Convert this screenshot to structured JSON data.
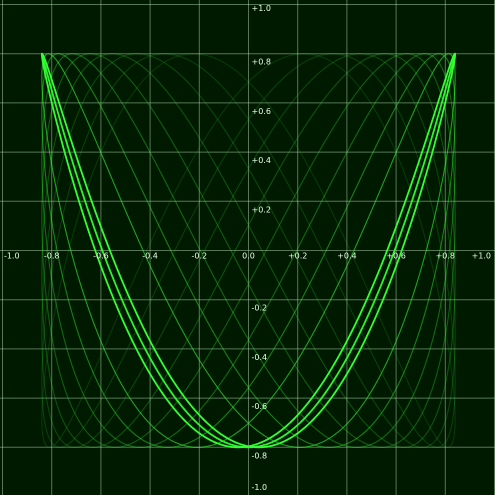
{
  "chart_data": {
    "type": "line",
    "title": "",
    "xlabel": "",
    "ylabel": "",
    "xlim": [
      -1.0,
      1.0
    ],
    "ylim": [
      -1.0,
      1.0
    ],
    "grid": true,
    "x_ticks": [
      "-1.0",
      "-0.8",
      "-0.6",
      "-0.4",
      "-0.2",
      "0.0",
      "+0.2",
      "+0.4",
      "+0.6",
      "+0.8",
      "+1.0"
    ],
    "y_ticks": [
      "+1.0",
      "+0.8",
      "+0.6",
      "+0.4",
      "+0.2",
      "-0.2",
      "-0.4",
      "-0.6",
      "-0.8",
      "-1.0"
    ],
    "series": [
      {
        "amplitude_x": 0.84,
        "amplitude_y": 0.8,
        "freq_x": 1,
        "freq_y": 2,
        "phase": 0.05,
        "intensity": 1.0
      },
      {
        "amplitude_x": 0.84,
        "amplitude_y": 0.8,
        "freq_x": 1,
        "freq_y": 2,
        "phase": 0.0,
        "intensity": 0.95
      },
      {
        "amplitude_x": 0.84,
        "amplitude_y": 0.8,
        "freq_x": 1,
        "freq_y": 2,
        "phase": 0.25,
        "intensity": 0.6
      },
      {
        "amplitude_x": 0.84,
        "amplitude_y": 0.8,
        "freq_x": 1,
        "freq_y": 2,
        "phase": 0.4,
        "intensity": 0.45
      },
      {
        "amplitude_x": 0.84,
        "amplitude_y": 0.8,
        "freq_x": 1,
        "freq_y": 2,
        "phase": 0.55,
        "intensity": 0.35
      },
      {
        "amplitude_x": 0.84,
        "amplitude_y": 0.8,
        "freq_x": 1,
        "freq_y": 2,
        "phase": 0.7,
        "intensity": 0.3
      },
      {
        "amplitude_x": 0.84,
        "amplitude_y": 0.8,
        "freq_x": 1,
        "freq_y": 2,
        "phase": 0.85,
        "intensity": 0.25
      },
      {
        "amplitude_x": 0.84,
        "amplitude_y": 0.8,
        "freq_x": 1,
        "freq_y": 2,
        "phase": 1.0,
        "intensity": 0.2
      },
      {
        "amplitude_x": 0.84,
        "amplitude_y": 0.8,
        "freq_x": 1,
        "freq_y": 2,
        "phase": 1.15,
        "intensity": 0.17
      },
      {
        "amplitude_x": 0.84,
        "amplitude_y": 0.8,
        "freq_x": 1,
        "freq_y": 2,
        "phase": 1.3,
        "intensity": 0.14
      }
    ],
    "colors": {
      "background": "#001a00",
      "trace": "#33ff33",
      "grid": "#bfe6bf",
      "text": "#e8ffe8"
    }
  }
}
